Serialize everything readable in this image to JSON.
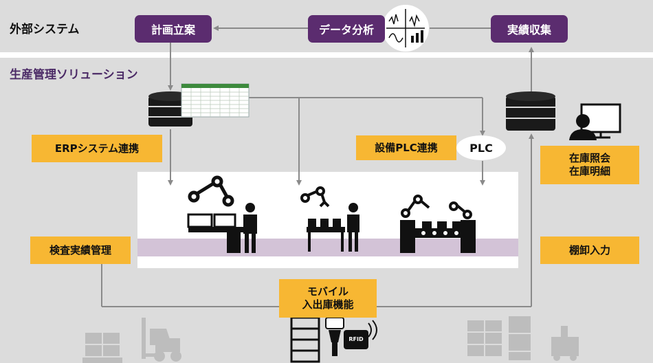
{
  "external": {
    "title": "外部システム"
  },
  "solution": {
    "title": "生産管理ソリューション"
  },
  "boxes": {
    "planning": "計画立案",
    "analysis": "データ分析",
    "collection": "実績収集"
  },
  "tags": {
    "erp": "ERPシステム連携",
    "plc_link": "設備PLC連携",
    "plc": "PLC",
    "inventory_line1": "在庫照会",
    "inventory_line2": "在庫明細",
    "inspection": "検査実績管理",
    "stocktake": "棚卸入力",
    "mobile_line1": "モバイル",
    "mobile_line2": "入出庫機能",
    "rfid": "RFID"
  },
  "colors": {
    "band": "#dcdcdc",
    "purple": "#5b2c6f",
    "orange": "#f7b733",
    "arrow": "#8a8a8a"
  }
}
